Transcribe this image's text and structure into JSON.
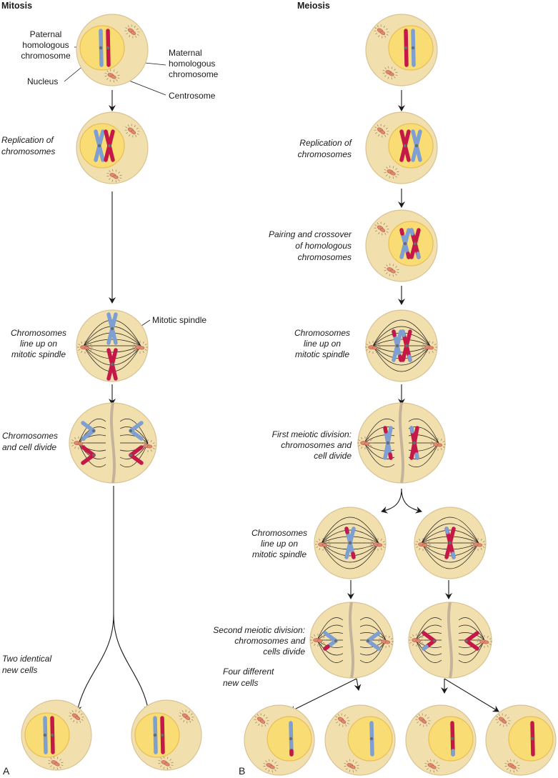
{
  "colors": {
    "cell_fill": "#f2dfae",
    "cell_stroke": "#d9c394",
    "nucleus_fill": "#f9dc74",
    "nucleus_stroke": "#e7bf55",
    "paternal": "#7e9fd1",
    "maternal": "#c41848",
    "centrosome": "#e0876f",
    "furrow": "#c4b39a"
  },
  "headings": {
    "mitosis": "Mitosis",
    "meiosis": "Meiosis"
  },
  "panels": {
    "a": "A",
    "b": "B"
  },
  "callouts": {
    "paternal": [
      "Paternal",
      "homologous",
      "chromosome"
    ],
    "maternal": [
      "Maternal",
      "homologous",
      "chromosome"
    ],
    "nucleus": "Nucleus",
    "centrosome": "Centrosome",
    "spindle": "Mitotic spindle"
  },
  "mitosis_steps": {
    "replication": [
      "Replication of",
      "chromosomes"
    ],
    "lineup": [
      "Chromosomes",
      "line up on",
      "mitotic spindle"
    ],
    "divide": [
      "Chromosomes",
      "and cell divide"
    ],
    "result": [
      "Two identical",
      "new cells"
    ]
  },
  "meiosis_steps": {
    "replication": [
      "Replication of",
      "chromosomes"
    ],
    "pairing": [
      "Pairing and crossover",
      "of homologous",
      "chromosomes"
    ],
    "lineup": [
      "Chromosomes",
      "line up on",
      "mitotic spindle"
    ],
    "first_division": [
      "First meiotic division:",
      "chromosomes and",
      "cell divide"
    ],
    "lineup2": [
      "Chromosomes",
      "line up on",
      "mitotic spindle"
    ],
    "second_division": [
      "Second meiotic division:",
      "chromosomes and",
      "cells divide"
    ],
    "result": [
      "Four different",
      "new cells"
    ]
  }
}
